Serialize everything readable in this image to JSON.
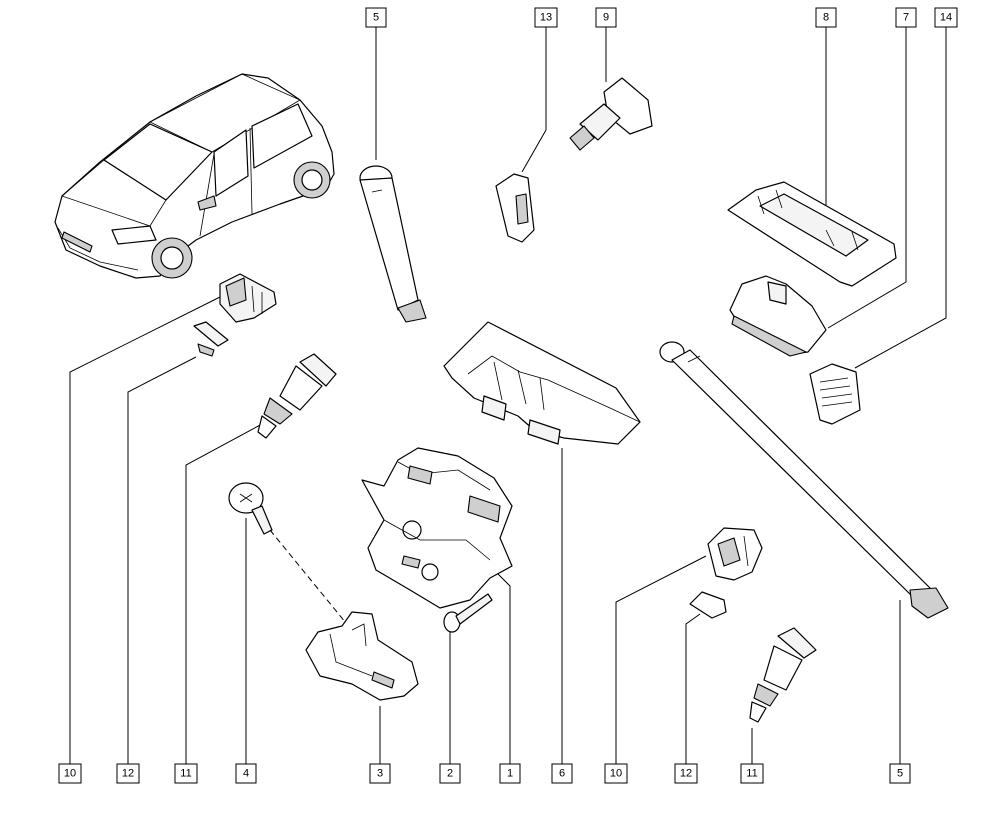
{
  "callouts": {
    "top_5": "5",
    "top_13": "13",
    "top_9": "9",
    "top_8": "8",
    "top_7": "7",
    "top_14": "14",
    "bottom_10a": "10",
    "bottom_12a": "12",
    "bottom_11a": "11",
    "bottom_4": "4",
    "bottom_3": "3",
    "bottom_2": "2",
    "bottom_1": "1",
    "bottom_6": "6",
    "bottom_10b": "10",
    "bottom_12b": "12",
    "bottom_11b": "11",
    "bottom_5": "5"
  },
  "icons": {
    "vehicle": "hatchback-car-icon",
    "strut": "gas-strut-icon",
    "lock": "tailgate-lock-icon"
  }
}
